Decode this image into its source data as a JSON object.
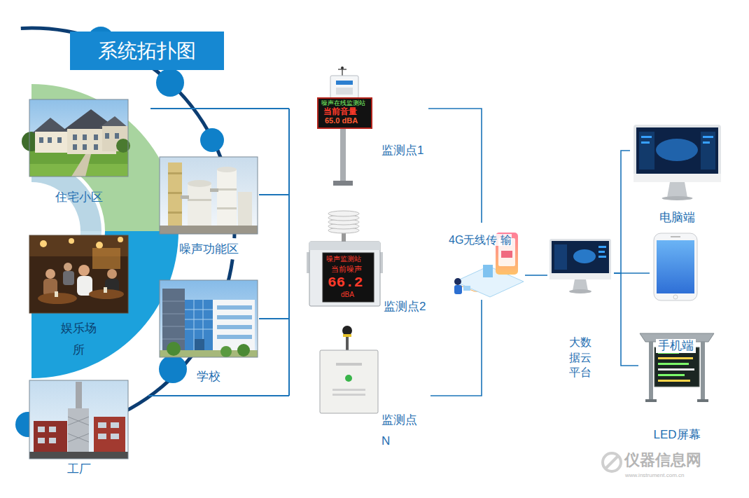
{
  "diagram": {
    "title": "系统拓扑图",
    "nodes": [
      {
        "text": [
          "住宅小区"
        ]
      },
      {
        "text": [
          "噪声功能区"
        ]
      },
      {
        "text": [
          "娱乐场 所"
        ]
      },
      {
        "text": [
          "学校"
        ]
      },
      {
        "text": [
          "工厂"
        ]
      },
      {
        "text": [
          "监测点1"
        ]
      },
      {
        "text": [
          "监测点2"
        ]
      },
      {
        "text": [
          "监测点 N"
        ]
      },
      {
        "text": [
          "4G无线传 输"
        ]
      },
      {
        "text": [
          "大数 据云 平台"
        ]
      },
      {
        "text": [
          "电脑端"
        ]
      },
      {
        "text": [
          "手机端"
        ]
      },
      {
        "text": [
          "LED屏幕"
        ]
      }
    ],
    "edges": [
      {
        "from": 5,
        "to": 8,
        "arrow": "none"
      },
      {
        "from": 7,
        "to": 8,
        "arrow": "none"
      },
      {
        "from": 8,
        "to": 9,
        "arrow": "none"
      },
      {
        "from": 9,
        "to": 10,
        "arrow": "none"
      },
      {
        "from": 9,
        "to": 11,
        "arrow": "none"
      },
      {
        "from": 9,
        "to": 12,
        "arrow": "none"
      }
    ],
    "labels": [
      "噪声在线监测站",
      "当前音量",
      "65.0 dBA",
      "噪声监测站",
      "当前噪声",
      "66.2",
      "dBA",
      "仪器信息网",
      "www.instrument.com.cn"
    ]
  }
}
